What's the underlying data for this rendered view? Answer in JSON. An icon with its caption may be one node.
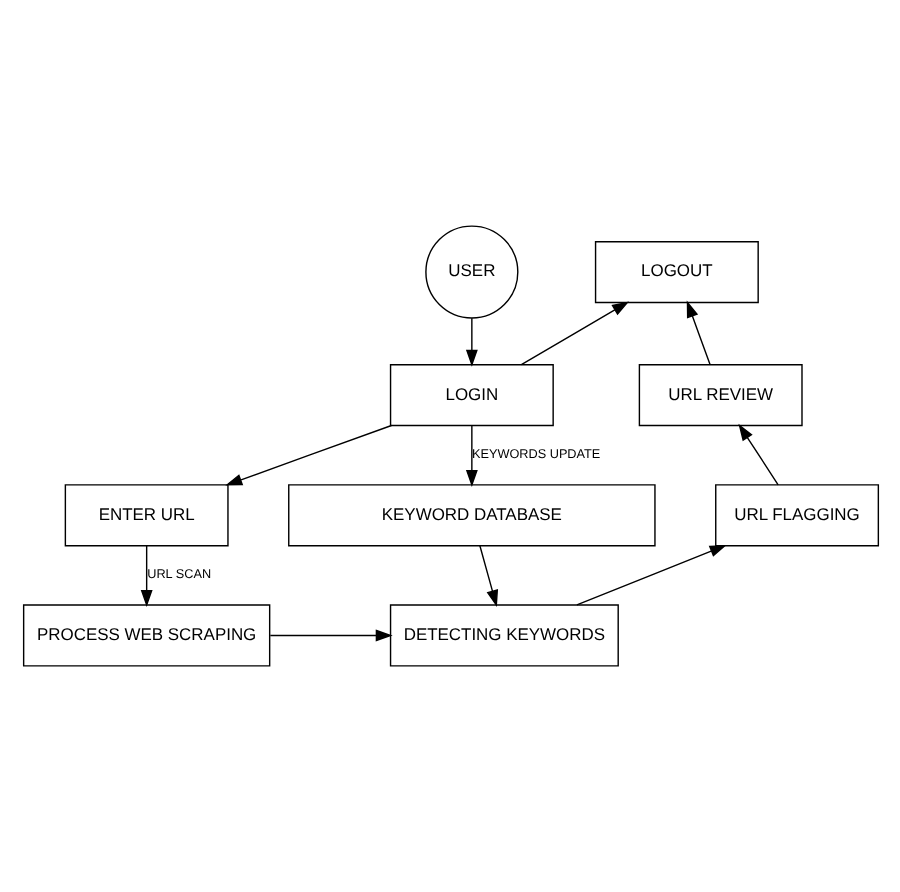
{
  "diagram": {
    "nodes": [
      {
        "text": [
          "USER"
        ]
      },
      {
        "text": [
          "LOGIN"
        ]
      },
      {
        "text": [
          "ENTER URL"
        ]
      },
      {
        "text": [
          "PROCESS WEB SCRAPING"
        ]
      },
      {
        "text": [
          "KEYWORD DATABASE"
        ]
      },
      {
        "text": [
          "DETECTING KEYWORDS"
        ]
      },
      {
        "text": [
          "URL FLAGGING"
        ]
      },
      {
        "text": [
          "URL REVIEW"
        ]
      },
      {
        "text": [
          "LOGOUT"
        ]
      }
    ],
    "edges": [
      {
        "from": 0,
        "to": 1,
        "arrow": "to"
      },
      {
        "from": 1,
        "to": 8,
        "arrow": "to"
      },
      {
        "from": 1,
        "to": 2,
        "arrow": "to"
      },
      {
        "from": 2,
        "to": 3,
        "arrow": "to",
        "label": "URL SCAN"
      },
      {
        "from": 3,
        "to": 5,
        "arrow": "to"
      },
      {
        "from": 1,
        "to": 4,
        "arrow": "to",
        "label": "KEYWORDS UPDATE"
      },
      {
        "from": 4,
        "to": 5,
        "arrow": "to"
      },
      {
        "from": 5,
        "to": 6,
        "arrow": "to"
      },
      {
        "from": 6,
        "to": 7,
        "arrow": "to"
      },
      {
        "from": 7,
        "to": 8,
        "arrow": "to"
      }
    ]
  }
}
